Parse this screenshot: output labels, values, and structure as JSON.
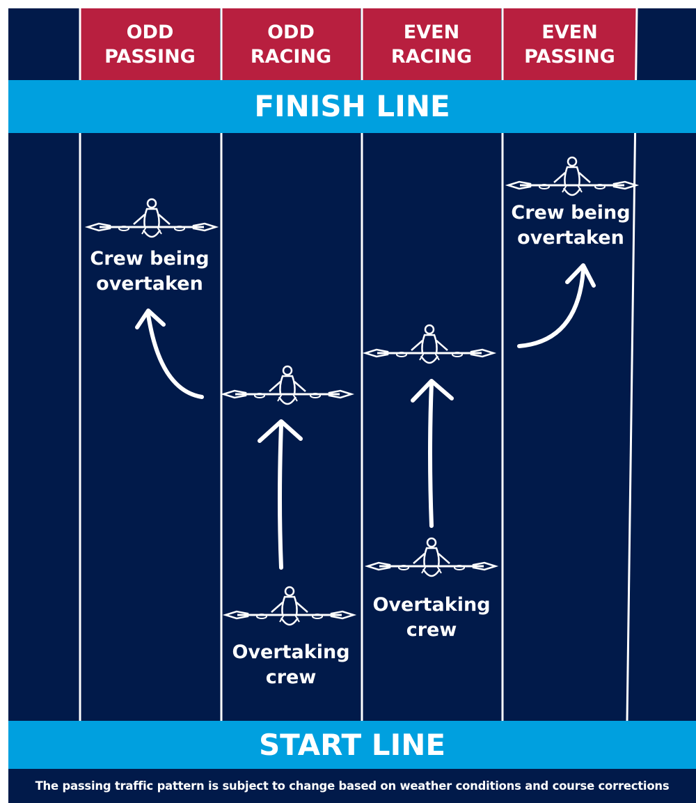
{
  "lanes": [
    {
      "line1": "ODD",
      "line2": "PASSING"
    },
    {
      "line1": "ODD",
      "line2": "RACING"
    },
    {
      "line1": "EVEN",
      "line2": "RACING"
    },
    {
      "line1": "EVEN",
      "line2": "PASSING"
    }
  ],
  "finish_label": "FINISH LINE",
  "start_label": "START LINE",
  "crew_labels": {
    "odd_passing": {
      "line1": "Crew being",
      "line2": "overtaken"
    },
    "odd_racing": {
      "line1": "Overtaking",
      "line2": "crew"
    },
    "even_racing": {
      "line1": "Overtaking",
      "line2": "crew"
    },
    "even_passing": {
      "line1": "Crew being",
      "line2": "overtaken"
    }
  },
  "footer_note": "The passing traffic pattern is subject to change based on weather conditions and course corrections",
  "colors": {
    "background": "#011a4a",
    "header": "#b81f3f",
    "band": "#00a0df",
    "text": "#ffffff"
  }
}
